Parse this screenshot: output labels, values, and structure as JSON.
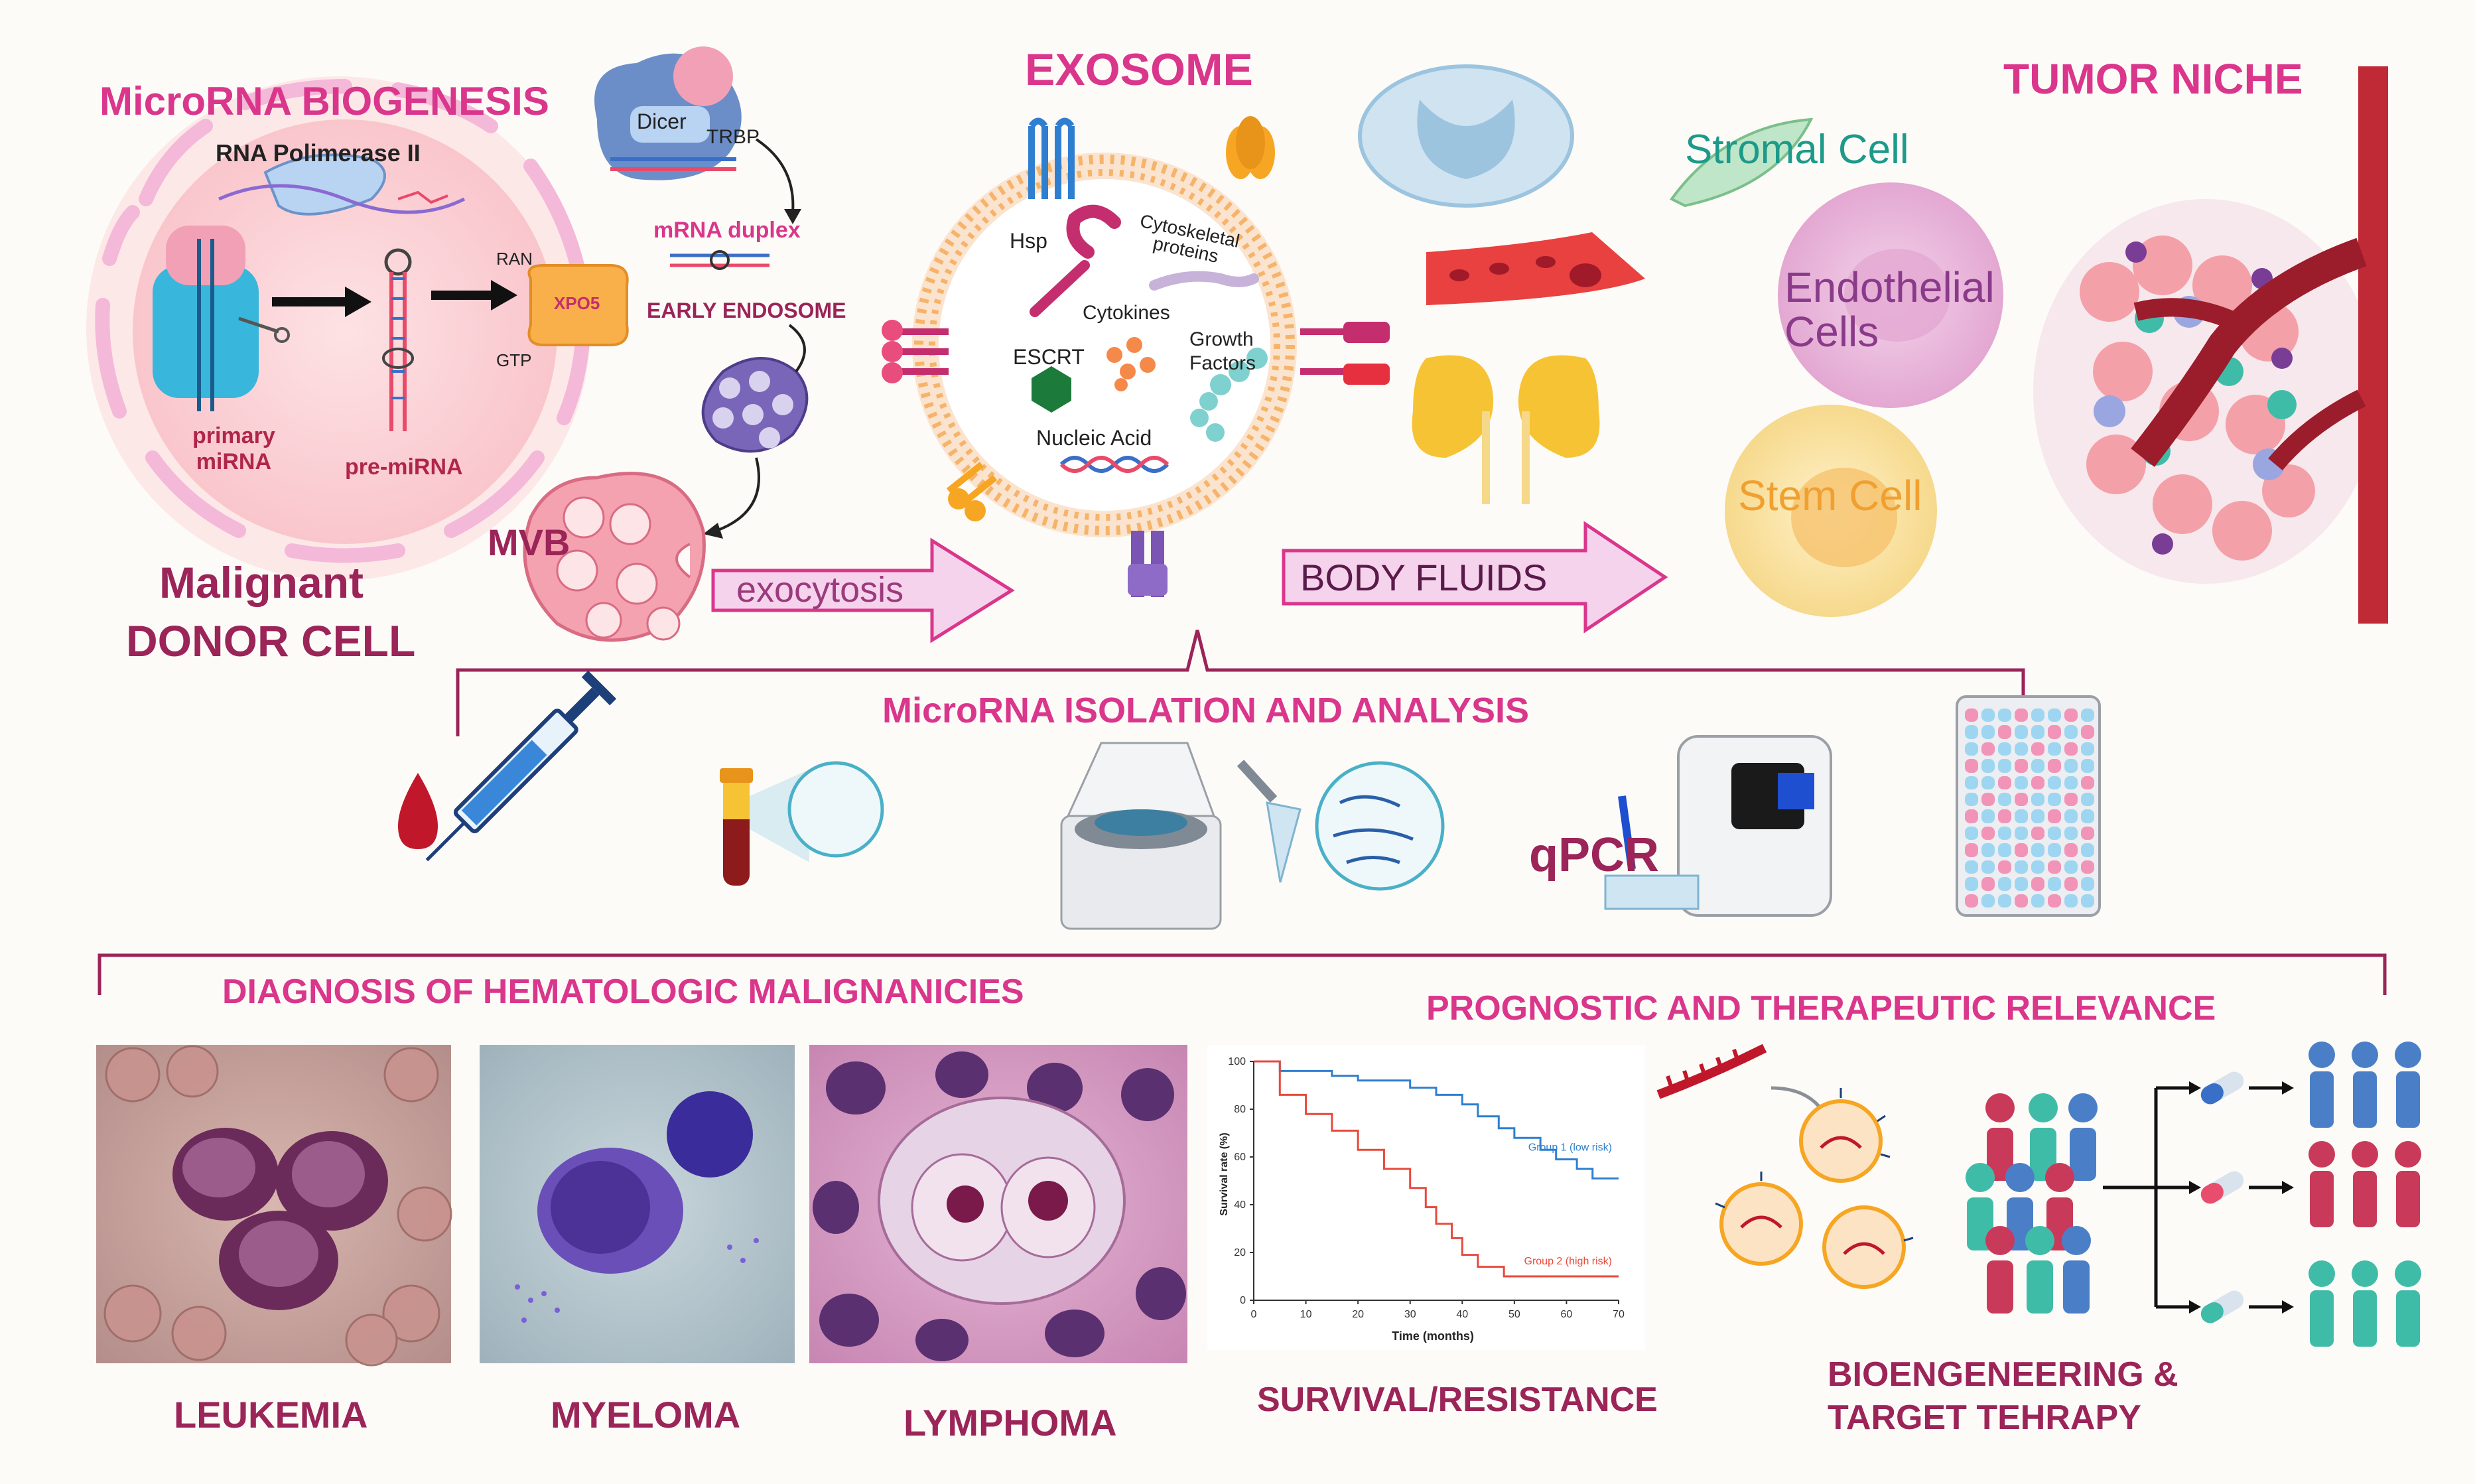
{
  "titles": {
    "biogenesis": "MicroRNA BIOGENESIS",
    "exosome": "EXOSOME",
    "tumor_niche": "TUMOR NICHE",
    "donor_cell_line1": "Malignant",
    "donor_cell_line2": "DONOR CELL",
    "isolation": "MicroRNA ISOLATION AND ANALYSIS",
    "diagnosis": "DIAGNOSIS OF HEMATOLOGIC MALIGNANICIES",
    "prognostic": "PROGNOSTIC AND THERAPEUTIC RELEVANCE"
  },
  "biogenesis": {
    "rna_pol": "RNA Polimerase II",
    "dicer": "Dicer",
    "trbp": "TRBP",
    "mrna_duplex": "mRNA duplex",
    "ran": "RAN",
    "xpo5": "XPO5",
    "gtp": "GTP",
    "early_endosome": "EARLY ENDOSOME",
    "primary_line1": "primary",
    "primary_line2": "miRNA",
    "pre_mirna": "pre-miRNA",
    "mvb": "MVB",
    "exocytosis": "exocytosis"
  },
  "exosome": {
    "hsp": "Hsp",
    "cyto_line1": "Cytoskeletal",
    "cyto_line2": "proteins",
    "cytokines": "Cytokines",
    "escrt": "ESCRT",
    "growth_line1": "Growth",
    "growth_line2": "Factors",
    "nucleic": "Nucleic Acid"
  },
  "fluids": {
    "body_fluids": "BODY FLUIDS"
  },
  "niche": {
    "stromal": "Stromal Cell",
    "endo_line1": "Endothelial",
    "endo_line2": "Cells",
    "stem": "Stem Cell"
  },
  "isolation": {
    "qpcr": "qPCR"
  },
  "diagnosis": {
    "leukemia": "LEUKEMIA",
    "myeloma": "MYELOMA",
    "lymphoma": "LYMPHOMA"
  },
  "prognostic": {
    "survival": "SURVIVAL/RESISTANCE",
    "bio_line1": "BIOENGENEERING &",
    "bio_line2": "TARGET TEHRAPY"
  },
  "chart_data": {
    "type": "line",
    "xlabel": "Time (months)",
    "ylabel": "Survival rate (%)",
    "xlim": [
      0,
      70
    ],
    "ylim": [
      0,
      100
    ],
    "x_ticks": [
      0,
      10,
      20,
      30,
      40,
      50,
      60,
      70
    ],
    "y_ticks": [
      0,
      20,
      40,
      60,
      80,
      100
    ],
    "series": [
      {
        "name": "Group 1 (low risk)",
        "color": "#2f7fd0",
        "steps": [
          [
            0,
            100
          ],
          [
            5,
            96
          ],
          [
            15,
            94
          ],
          [
            20,
            92
          ],
          [
            30,
            89
          ],
          [
            35,
            86
          ],
          [
            40,
            82
          ],
          [
            43,
            77
          ],
          [
            47,
            72
          ],
          [
            50,
            68
          ],
          [
            55,
            63
          ],
          [
            58,
            59
          ],
          [
            62,
            55
          ],
          [
            65,
            51
          ],
          [
            70,
            51
          ]
        ]
      },
      {
        "name": "Group 2 (high risk)",
        "color": "#e84a3c",
        "steps": [
          [
            0,
            100
          ],
          [
            5,
            86
          ],
          [
            10,
            78
          ],
          [
            15,
            71
          ],
          [
            20,
            63
          ],
          [
            25,
            55
          ],
          [
            30,
            47
          ],
          [
            33,
            39
          ],
          [
            35,
            32
          ],
          [
            38,
            26
          ],
          [
            40,
            19
          ],
          [
            43,
            14
          ],
          [
            48,
            10
          ],
          [
            70,
            10
          ]
        ]
      }
    ]
  },
  "colors": {
    "pink_title": "#d9368c",
    "plum_title": "#9b2458",
    "bracket": "#9b2458",
    "arrow_fill": "#f6d3ec",
    "arrow_stroke": "#d9368c"
  }
}
